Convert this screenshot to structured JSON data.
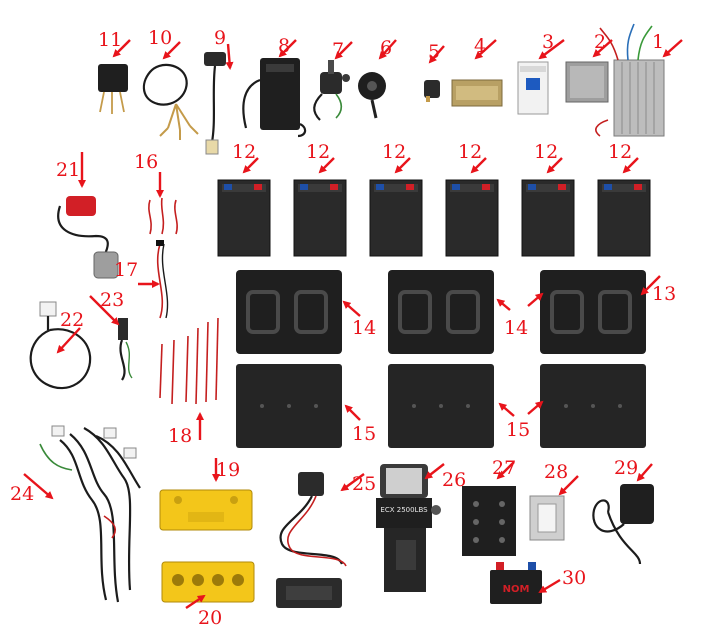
{
  "labels": {
    "p1": "1",
    "p2": "2",
    "p3": "3",
    "p4": "4",
    "p5": "5",
    "p6": "6",
    "p7": "7",
    "p8": "8",
    "p9": "9",
    "p10": "10",
    "p11": "11",
    "p12": "12",
    "p13": "13",
    "p14": "14",
    "p15": "15",
    "p16": "16",
    "p17": "17",
    "p18": "18",
    "p19": "19",
    "p20": "20",
    "p21": "21",
    "p22": "22",
    "p23": "23",
    "p24": "24",
    "p25": "25",
    "p26": "26",
    "p27": "27",
    "p28": "28",
    "p29": "29",
    "p30": "30"
  },
  "product_text": {
    "winch_label": "ECX 2500LBS",
    "battery_brand": "NOM"
  },
  "colors": {
    "label": "#e8141b",
    "battery_body": "#2a2a2a",
    "terminal_red": "#d21f26",
    "terminal_blue": "#1e4fa8",
    "connector_yellow": "#f3c61a"
  }
}
